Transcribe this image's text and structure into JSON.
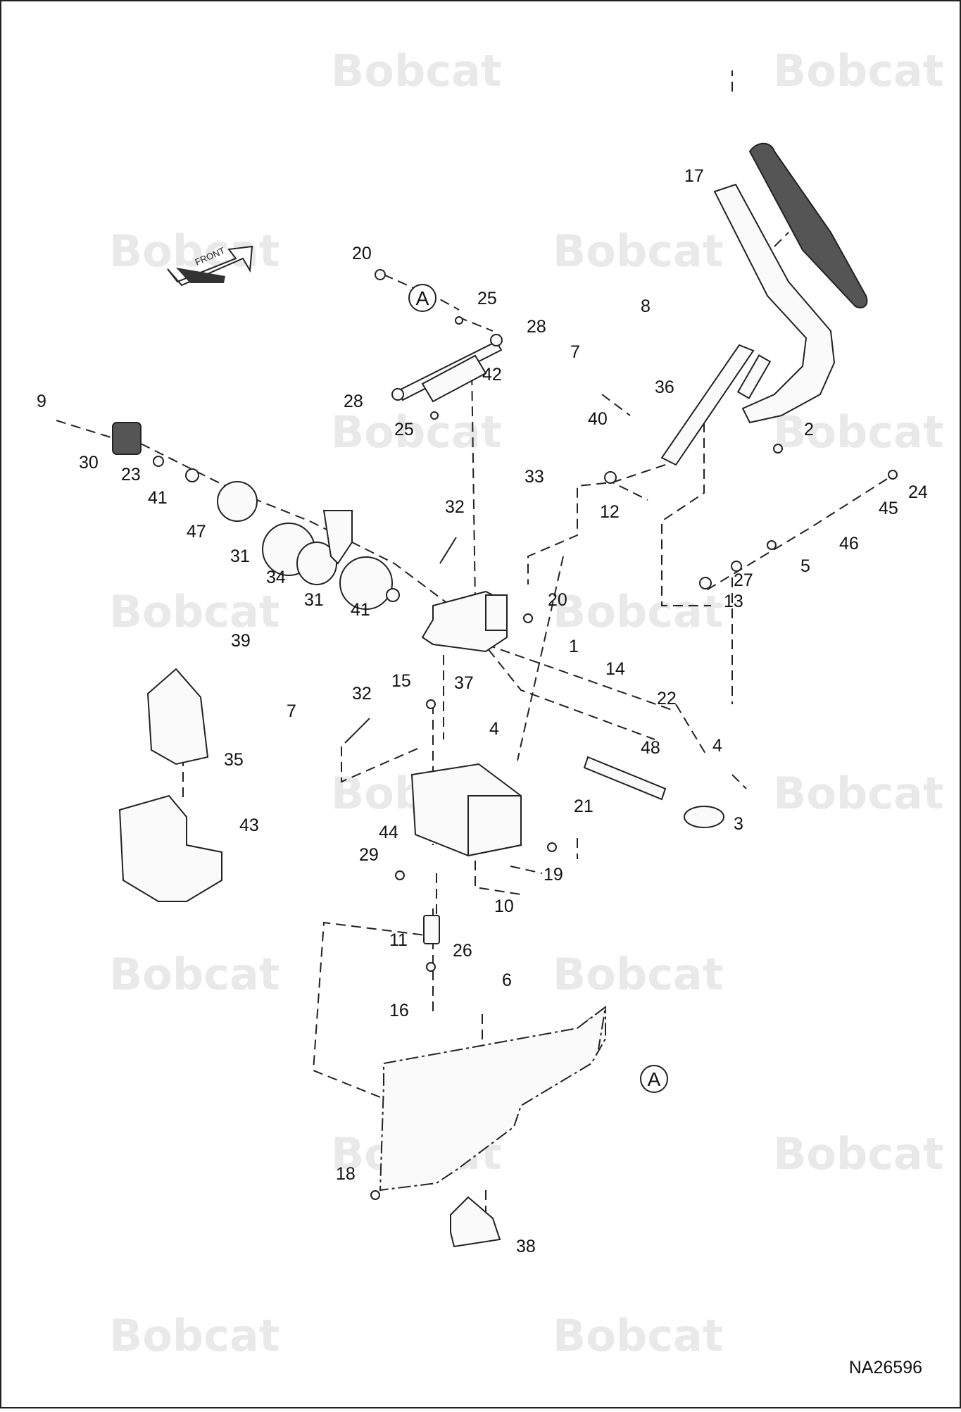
{
  "watermark_text": "Bobcat",
  "direction_label": "FRONT",
  "reference_marker": "A",
  "figure_id": "NA26596",
  "callouts": [
    {
      "id": "c17",
      "label": "17"
    },
    {
      "id": "c20a",
      "label": "20"
    },
    {
      "id": "c25a",
      "label": "25"
    },
    {
      "id": "c28a",
      "label": "28"
    },
    {
      "id": "c42",
      "label": "42"
    },
    {
      "id": "c28b",
      "label": "28"
    },
    {
      "id": "c25b",
      "label": "25"
    },
    {
      "id": "c8",
      "label": "8"
    },
    {
      "id": "c7a",
      "label": "7"
    },
    {
      "id": "c36",
      "label": "36"
    },
    {
      "id": "c40",
      "label": "40"
    },
    {
      "id": "c2",
      "label": "2"
    },
    {
      "id": "c9",
      "label": "9"
    },
    {
      "id": "c30",
      "label": "30"
    },
    {
      "id": "c23",
      "label": "23"
    },
    {
      "id": "c41a",
      "label": "41"
    },
    {
      "id": "c33",
      "label": "33"
    },
    {
      "id": "c12",
      "label": "12"
    },
    {
      "id": "c24",
      "label": "24"
    },
    {
      "id": "c45",
      "label": "45"
    },
    {
      "id": "c32a",
      "label": "32"
    },
    {
      "id": "c47",
      "label": "47"
    },
    {
      "id": "c46",
      "label": "46"
    },
    {
      "id": "c5",
      "label": "5"
    },
    {
      "id": "c31a",
      "label": "31"
    },
    {
      "id": "c34",
      "label": "34"
    },
    {
      "id": "c27",
      "label": "27"
    },
    {
      "id": "c13",
      "label": "13"
    },
    {
      "id": "c31b",
      "label": "31"
    },
    {
      "id": "c41b",
      "label": "41"
    },
    {
      "id": "c20b",
      "label": "20"
    },
    {
      "id": "c39",
      "label": "39"
    },
    {
      "id": "c1",
      "label": "1"
    },
    {
      "id": "c37",
      "label": "37"
    },
    {
      "id": "c14",
      "label": "14"
    },
    {
      "id": "c15",
      "label": "15"
    },
    {
      "id": "c32b",
      "label": "32"
    },
    {
      "id": "c7b",
      "label": "7"
    },
    {
      "id": "c22",
      "label": "22"
    },
    {
      "id": "c4a",
      "label": "4"
    },
    {
      "id": "c35",
      "label": "35"
    },
    {
      "id": "c48",
      "label": "48"
    },
    {
      "id": "c4b",
      "label": "4"
    },
    {
      "id": "c21",
      "label": "21"
    },
    {
      "id": "c3",
      "label": "3"
    },
    {
      "id": "c43",
      "label": "43"
    },
    {
      "id": "c44",
      "label": "44"
    },
    {
      "id": "c29",
      "label": "29"
    },
    {
      "id": "c19",
      "label": "19"
    },
    {
      "id": "c10",
      "label": "10"
    },
    {
      "id": "c11",
      "label": "11"
    },
    {
      "id": "c26",
      "label": "26"
    },
    {
      "id": "c6",
      "label": "6"
    },
    {
      "id": "c16",
      "label": "16"
    },
    {
      "id": "c18",
      "label": "18"
    },
    {
      "id": "c38",
      "label": "38"
    }
  ]
}
